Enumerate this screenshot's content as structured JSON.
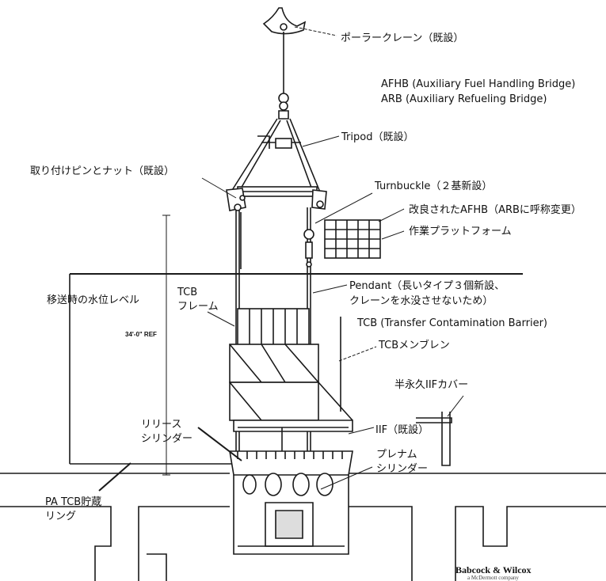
{
  "labels": {
    "polar_crane": "ポーラークレーン（既設）",
    "afhb": "AFHB (Auxiliary Fuel Handling Bridge)",
    "arb": "ARB (Auxiliary Refueling Bridge)",
    "tripod": "Tripod（既設）",
    "pin_nut": "取り付けピンとナット（既設）",
    "turnbuckle": "Turnbuckle（２基新設）",
    "modified_afhb": "改良されたAFHB（ARBに呼称変更）",
    "work_platform": "作業プラットフォーム",
    "pendant_1": "Pendant（長いタイプ３個新設、",
    "pendant_2": "クレーンを水没させないため）",
    "water_level": "移送時の水位レベル",
    "tcb_frame_1": "TCB",
    "tcb_frame_2": "フレーム",
    "tcb": "TCB (Transfer Contamination Barrier)",
    "tcb_membrane": "TCBメンブレン",
    "iif_cover": "半永久IIFカバー",
    "iif": "IIF（既設）",
    "release_cyl_1": "リリース",
    "release_cyl_2": "シリンダー",
    "plenum_cyl_1": "プレナム",
    "plenum_cyl_2": "シリンダー",
    "pa_tcb_ring_1": "PA TCB貯蔵",
    "pa_tcb_ring_2": "リング",
    "dimension_ref": "34'-0\" REF"
  },
  "logo": {
    "name": "Babcock & Wilcox",
    "sub": "a McDermott company"
  },
  "colors": {
    "line": "#1a1a1a",
    "background": "#ffffff"
  }
}
